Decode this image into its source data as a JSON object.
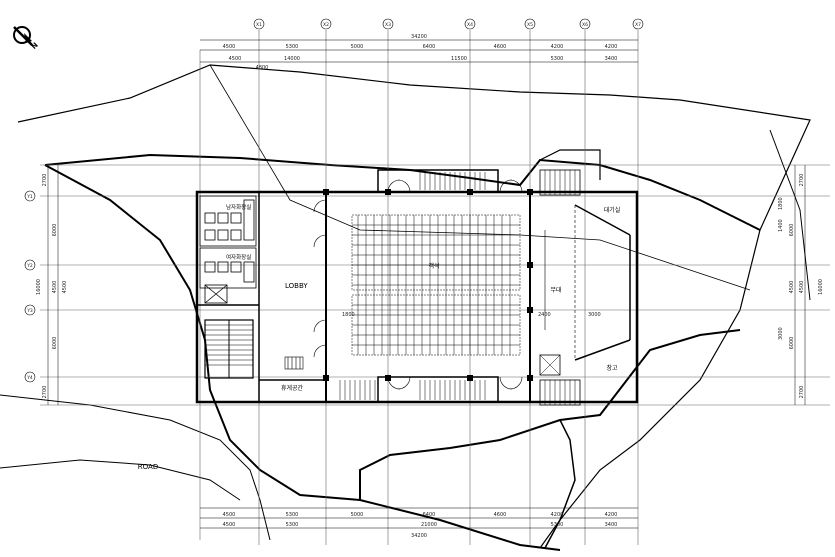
{
  "drawing": {
    "rooms": {
      "lobby": "LOBBY",
      "toilet_upper": "남자화장실",
      "toilet_lower": "여자화장실",
      "lounge": "휴게공간",
      "waiting_room": "대기실",
      "stage": "무대",
      "storage": "창고",
      "hall": "객석"
    },
    "road_label": "ROAD",
    "grid_bubbles_top": [
      "X1",
      "X2",
      "X3",
      "X4",
      "X5",
      "X6",
      "X7"
    ],
    "grid_bubbles_left": [
      "Y1",
      "Y2",
      "Y3",
      "Y4"
    ],
    "dims_top_row1": [
      "4500",
      "5300",
      "5000",
      "6400",
      "4600",
      "4200",
      "4200"
    ],
    "total_top": "34200",
    "dims_top_row2": [
      "4500",
      "4800",
      "14000",
      "11500",
      "5300",
      "3400"
    ],
    "dims_bottom_row1": [
      "4500",
      "5300",
      "5000",
      "6400",
      "4600",
      "4200",
      "4200"
    ],
    "total_bottom": "34200",
    "dims_bottom_row2": [
      "4500",
      "5300",
      "21000",
      "5300",
      "3400"
    ],
    "dims_left": [
      "2700",
      "6000",
      "4500",
      "4500",
      "6000",
      "2700"
    ],
    "total_left": "16000",
    "dims_right": [
      "2700",
      "6000",
      "4500",
      "4500",
      "6000",
      "2700"
    ],
    "total_right": "16000",
    "interior_dims": [
      "1800",
      "2400",
      "3000",
      "1800",
      "1400",
      "3000"
    ]
  }
}
